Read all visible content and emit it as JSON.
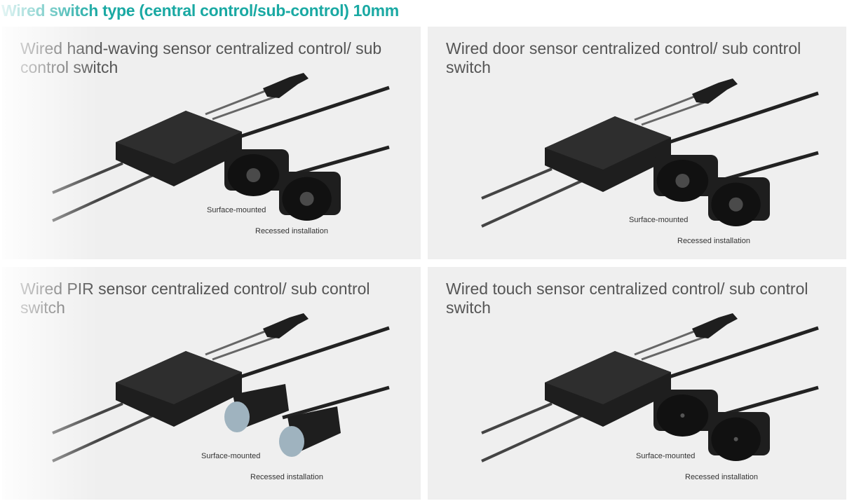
{
  "header": {
    "title": "Wired switch type (central control/sub-control) 10mm"
  },
  "colors": {
    "accent": "#1aa9a3",
    "panel_bg": "#efefef",
    "product": "#1e1e1e"
  },
  "panels": [
    {
      "title": "Wired hand-waving sensor centralized control/ sub control switch",
      "surface_label": "Surface-mounted",
      "recessed_label": "Recessed installation",
      "sensor_style": "cylinder-hole"
    },
    {
      "title": "Wired door sensor centralized control/ sub control switch",
      "surface_label": "Surface-mounted",
      "recessed_label": "Recessed installation",
      "sensor_style": "cylinder-hole"
    },
    {
      "title": "Wired PIR sensor centralized control/ sub control switch",
      "surface_label": "Surface-mounted",
      "recessed_label": "Recessed installation",
      "sensor_style": "pir-dome"
    },
    {
      "title": "Wired touch sensor centralized control/ sub control switch",
      "surface_label": "Surface-mounted",
      "recessed_label": "Recessed installation",
      "sensor_style": "cylinder-pin"
    }
  ]
}
